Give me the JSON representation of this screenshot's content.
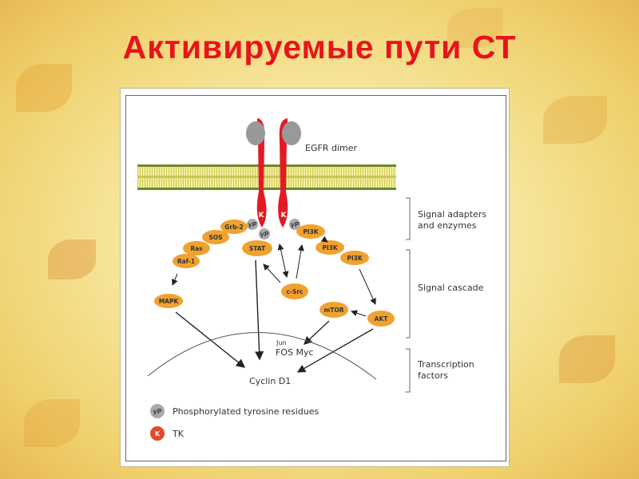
{
  "title": "Активируемые пути СТ",
  "diagram": {
    "receptor_label": "EGFR dimer",
    "kinase": "K",
    "phospho": "yP",
    "nodes": {
      "grb2": "Grb-2",
      "sos": "SOS",
      "ras": "Ras",
      "raf1": "Raf-1",
      "stat": "STAT",
      "pi3k_1": "PI3K",
      "pi3k_2": "PI3K",
      "pi3k_3": "PI3K",
      "csrc": "c-Src",
      "mapk": "MAPK",
      "mtor": "mTOR",
      "akt": "AKT"
    },
    "nucleus": {
      "jun": "Jun",
      "fos_myc": "FOS Myc",
      "cyclin": "Cyclin D1"
    },
    "sections": {
      "adapters_1": "Signal adapters",
      "adapters_2": "and enzymes",
      "cascade": "Signal cascade",
      "tf_1": "Transcription",
      "tf_2": "factors"
    },
    "legend": {
      "yp_symbol": "yP",
      "yp_label": "Phosphorylated tyrosine residues",
      "k_symbol": "K",
      "k_label": "TK"
    }
  },
  "colors": {
    "title": "#e8141c",
    "receptor": "#e21b23",
    "node": "#f0a230",
    "phospho": "#a9a9a9"
  }
}
